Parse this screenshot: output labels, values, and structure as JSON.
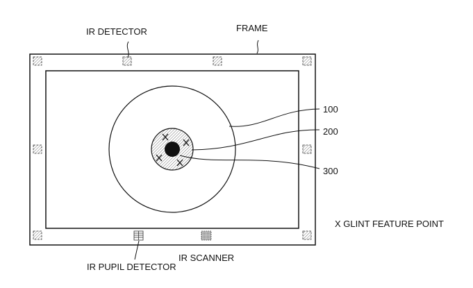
{
  "labels": {
    "ir_detector": "IR DETECTOR",
    "frame": "FRAME",
    "ref_100": "100",
    "ref_200": "200",
    "ref_300": "300",
    "glint_legend": "X GLINT FEATURE POINT",
    "ir_scanner": "IR SCANNER",
    "ir_pupil_detector": "IR PUPIL DETECTOR"
  },
  "colors": {
    "line": "#111111",
    "fill_iris": "#dcdcdc"
  }
}
